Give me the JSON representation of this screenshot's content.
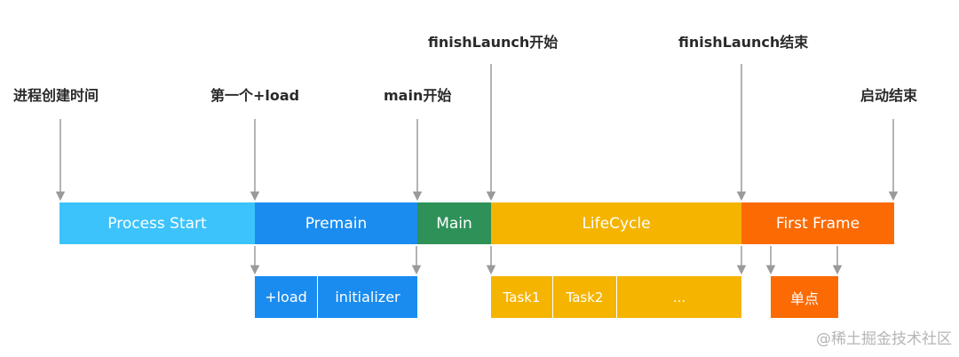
{
  "top_labels": {
    "process_create": "进程创建时间",
    "first_load": "第一个+load",
    "main_start": "main开始",
    "finish_launch_start": "finishLaunch开始",
    "finish_launch_end": "finishLaunch结束",
    "launch_end": "启动结束"
  },
  "phases": {
    "process_start": "Process Start",
    "premain": "Premain",
    "main": "Main",
    "lifecycle": "LifeCycle",
    "first_frame": "First Frame"
  },
  "sub_items": {
    "load": "+load",
    "initializer": "initializer",
    "task1": "Task1",
    "task2": "Task2",
    "more": "...",
    "single_point": "单点"
  },
  "colors": {
    "process_start": "#3cc3fb",
    "premain": "#1a8cf0",
    "main": "#2e9158",
    "lifecycle": "#f5b400",
    "first_frame": "#fb6a03",
    "arrow": "#9a9a9a"
  },
  "watermark": "@稀土掘金技术社区"
}
